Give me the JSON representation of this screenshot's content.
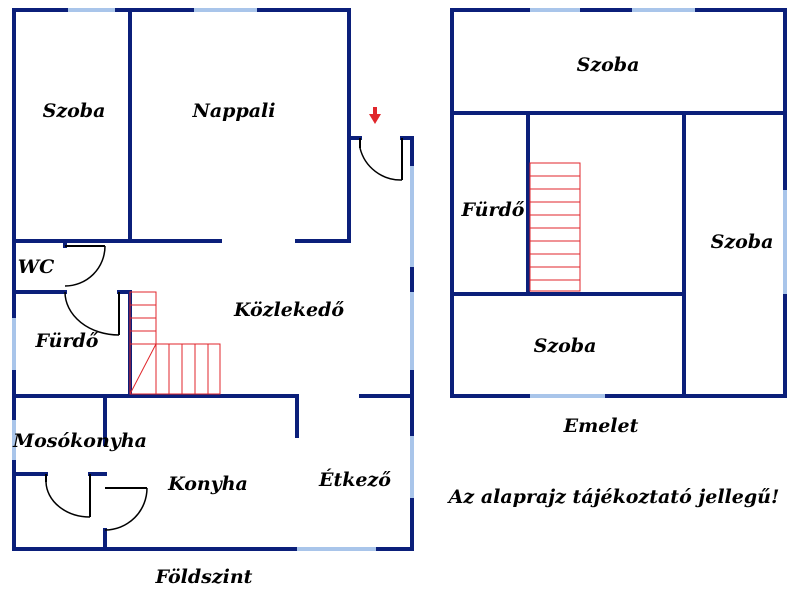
{
  "ground_floor": {
    "title": "Földszint",
    "rooms": {
      "szoba": "Szoba",
      "nappali": "Nappali",
      "wc": "WC",
      "kozlekedo": "Közlekedő",
      "furdo": "Fürdő",
      "mosokonyha": "Mosókonyha",
      "konyha": "Konyha",
      "etkezo": "Étkező"
    }
  },
  "upper_floor": {
    "title": "Emelet",
    "rooms": {
      "szoba_top": "Szoba",
      "furdo": "Fürdő",
      "szoba_right": "Szoba",
      "szoba_bottom": "Szoba"
    }
  },
  "note": "Az alaprajz tájékoztató jellegű!",
  "colors": {
    "wall": "#0b1f7a",
    "window": "#a9c5ea",
    "stairs": "#e0262b",
    "entrance_arrow": "#e0262b"
  }
}
